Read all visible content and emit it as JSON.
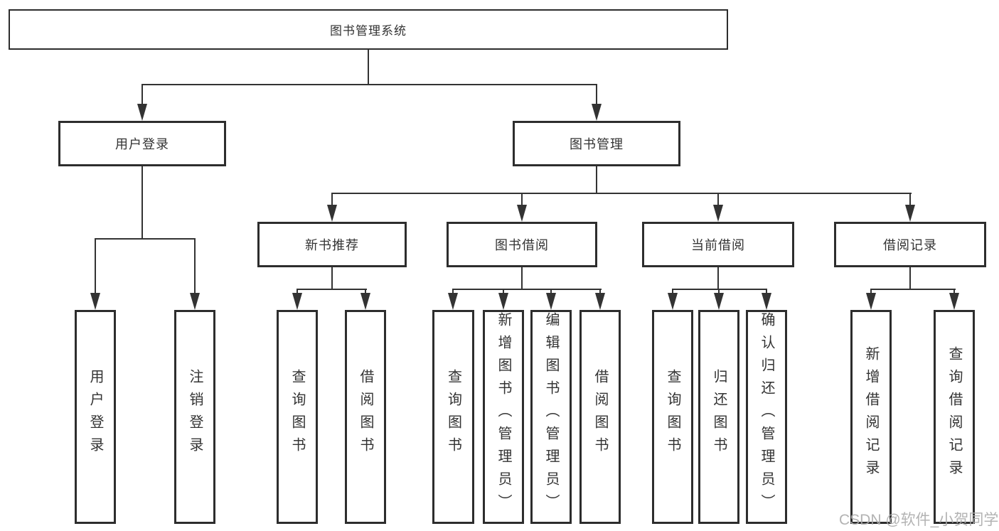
{
  "diagram": {
    "type": "hierarchy-tree",
    "tree": {
      "root": "图书管理系统",
      "user_login": {
        "label": "用户登录",
        "children": [
          "用户登录",
          "注销登录"
        ]
      },
      "book_mgmt": {
        "label": "图书管理",
        "sections": [
          {
            "label": "新书推荐",
            "children": [
              "查询图书",
              "借阅图书"
            ]
          },
          {
            "label": "图书借阅",
            "children": [
              "查询图书",
              "新增图书（管理员）",
              "编辑图书（管理员）",
              "借阅图书"
            ]
          },
          {
            "label": "当前借阅",
            "children": [
              "查询图书",
              "归还图书",
              "确认归还（管理员）"
            ]
          },
          {
            "label": "借阅记录",
            "children": [
              "新增借阅记录",
              "查询借阅记录"
            ]
          }
        ]
      }
    },
    "colors": {
      "line": "#333333",
      "box_border": "#2d2d2d",
      "text": "#333333",
      "background": "#ffffff",
      "watermark": "#ababab"
    }
  },
  "watermark": "CSDN @软件_小贺同学"
}
